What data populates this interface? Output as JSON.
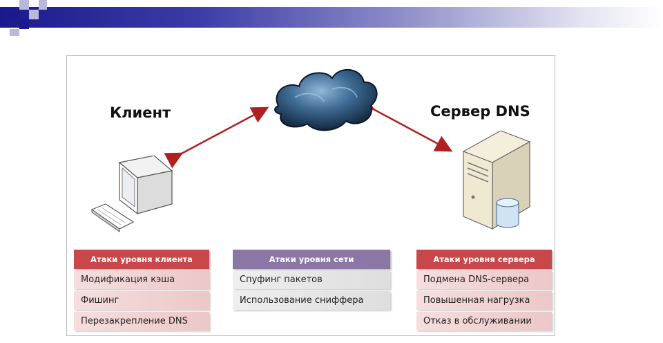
{
  "diagram": {
    "client_label": "Клиент",
    "server_label": "Сервер DNS",
    "groups": {
      "client": {
        "title": "Атаки уровня клиента",
        "items": [
          "Модификация кэша",
          "Фишинг",
          "Перезакрепление DNS"
        ]
      },
      "network": {
        "title": "Атаки уровня сети",
        "items": [
          "Спуфинг пакетов",
          "Использование сниффера"
        ]
      },
      "server": {
        "title": "Атаки уровня сервера",
        "items": [
          "Подмена DNS-сервера",
          "Повышенная нагрузка",
          "Отказ в обслуживании"
        ]
      }
    }
  },
  "colors": {
    "client_header": "#c9464a",
    "network_header": "#8a77a6",
    "server_header": "#c9464a",
    "arrows": "#b02020",
    "slide_accent": "#1a1a8c"
  },
  "icons": [
    "computer-icon",
    "cloud-icon",
    "server-icon",
    "database-icon"
  ]
}
